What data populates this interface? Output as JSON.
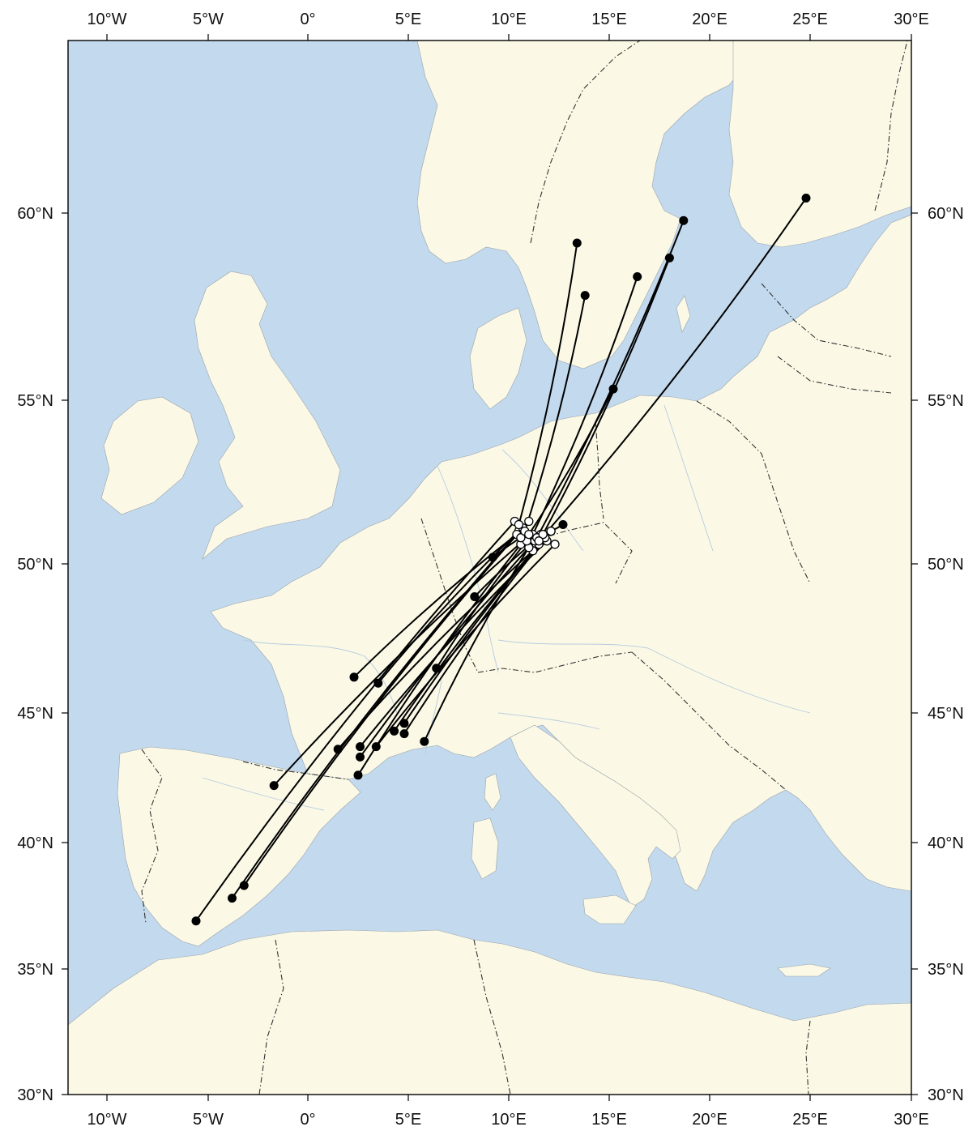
{
  "map": {
    "projection": "conic",
    "lon_range": [
      -12,
      30
    ],
    "lat_range": [
      30,
      65
    ],
    "lon_ticks": [
      {
        "value": -10,
        "label": "10°W"
      },
      {
        "value": -5,
        "label": "5°W"
      },
      {
        "value": 0,
        "label": "0°"
      },
      {
        "value": 5,
        "label": "5°E"
      },
      {
        "value": 10,
        "label": "10°E"
      },
      {
        "value": 15,
        "label": "15°E"
      },
      {
        "value": 20,
        "label": "20°E"
      },
      {
        "value": 25,
        "label": "25°E"
      },
      {
        "value": 30,
        "label": "30°E"
      }
    ],
    "lat_ticks": [
      {
        "value": 30,
        "label": "30°N"
      },
      {
        "value": 35,
        "label": "35°N"
      },
      {
        "value": 40,
        "label": "40°N"
      },
      {
        "value": 45,
        "label": "45°N"
      },
      {
        "value": 50,
        "label": "50°N"
      },
      {
        "value": 55,
        "label": "55°N"
      },
      {
        "value": 60,
        "label": "60°N"
      }
    ],
    "colors": {
      "sea": "#c3d9ee",
      "land": "#fbf9e6",
      "border": "#333333",
      "river": "#b7cbe0",
      "track": "#000000",
      "release_point": "#ffffff",
      "recovery_point": "#000000"
    },
    "legend": "none",
    "tracks": [
      {
        "from": [
          10.3,
          51.3
        ],
        "to": [
          -5.6,
          36.9
        ]
      },
      {
        "from": [
          10.5,
          51.0
        ],
        "to": [
          -3.8,
          37.8
        ]
      },
      {
        "from": [
          10.7,
          51.1
        ],
        "to": [
          -3.2,
          38.3
        ]
      },
      {
        "from": [
          10.9,
          50.8
        ],
        "to": [
          -1.7,
          42.2
        ]
      },
      {
        "from": [
          10.4,
          50.9
        ],
        "to": [
          2.3,
          46.2
        ]
      },
      {
        "from": [
          11.0,
          51.3
        ],
        "to": [
          3.5,
          46.0
        ]
      },
      {
        "from": [
          11.2,
          50.4
        ],
        "to": [
          1.5,
          43.6
        ]
      },
      {
        "from": [
          10.6,
          50.6
        ],
        "to": [
          2.5,
          42.6
        ]
      },
      {
        "from": [
          11.6,
          50.9
        ],
        "to": [
          2.6,
          43.3
        ]
      },
      {
        "from": [
          11.9,
          50.7
        ],
        "to": [
          2.6,
          43.7
        ]
      },
      {
        "from": [
          12.3,
          50.6
        ],
        "to": [
          3.4,
          43.7
        ]
      },
      {
        "from": [
          11.5,
          50.6
        ],
        "to": [
          4.3,
          44.3
        ]
      },
      {
        "from": [
          11.8,
          50.8
        ],
        "to": [
          4.8,
          44.6
        ]
      },
      {
        "from": [
          12.1,
          51.0
        ],
        "to": [
          4.8,
          44.2
        ]
      },
      {
        "from": [
          11.0,
          50.5
        ],
        "to": [
          5.8,
          43.9
        ]
      },
      {
        "from": [
          10.9,
          50.7
        ],
        "to": [
          6.4,
          46.5
        ]
      },
      {
        "from": [
          11.3,
          50.7
        ],
        "to": [
          8.3,
          48.9
        ]
      },
      {
        "from": [
          10.6,
          50.8
        ],
        "to": [
          9.2,
          50.2
        ]
      },
      {
        "from": [
          12.1,
          51.0
        ],
        "to": [
          12.7,
          51.2
        ]
      },
      {
        "from": [
          10.5,
          51.2
        ],
        "to": [
          13.4,
          59.2
        ]
      },
      {
        "from": [
          10.8,
          51.0
        ],
        "to": [
          13.8,
          57.8
        ]
      },
      {
        "from": [
          11.2,
          50.9
        ],
        "to": [
          16.4,
          58.3
        ]
      },
      {
        "from": [
          11.4,
          50.8
        ],
        "to": [
          18.7,
          59.8
        ]
      },
      {
        "from": [
          11.7,
          50.9
        ],
        "to": [
          18.0,
          58.8
        ]
      },
      {
        "from": [
          11.0,
          50.9
        ],
        "to": [
          15.2,
          55.3
        ]
      },
      {
        "from": [
          11.5,
          50.7
        ],
        "to": [
          24.8,
          60.4
        ]
      }
    ]
  }
}
